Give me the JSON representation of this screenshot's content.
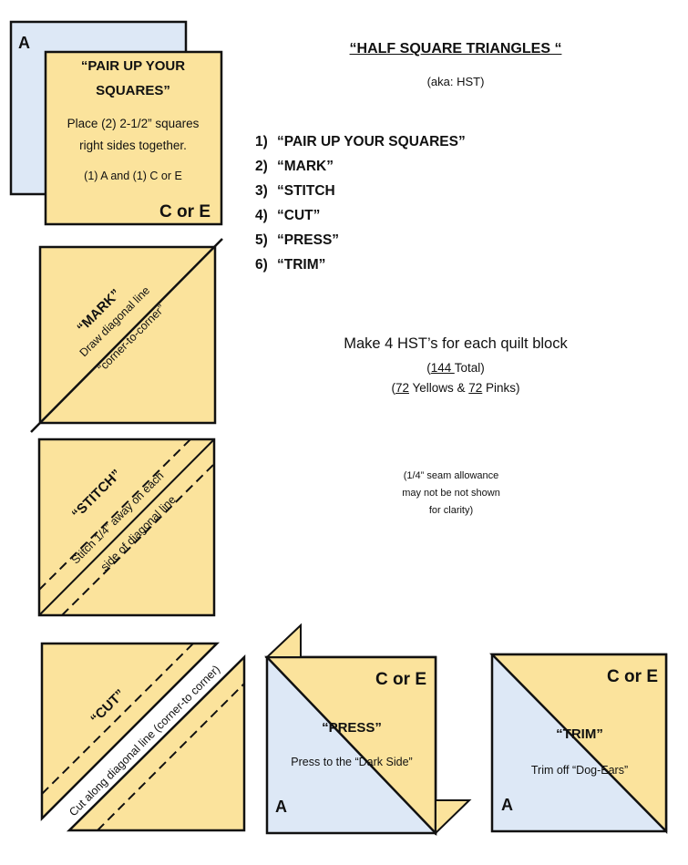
{
  "header": {
    "title": "“HALF SQUARE TRIANGLES “",
    "aka": "(aka: HST)"
  },
  "steps": [
    {
      "num": "1)",
      "label": "“PAIR UP YOUR SQUARES”"
    },
    {
      "num": "2)",
      "label": "“MARK”"
    },
    {
      "num": "3)",
      "label": "“STITCH"
    },
    {
      "num": "4)",
      "label": "“CUT”"
    },
    {
      "num": "5)",
      "label": "“PRESS”"
    },
    {
      "num": "6)",
      "label": "“TRIM”"
    }
  ],
  "make": {
    "line": "Make 4 HST’s for each quilt block",
    "total_open": "(",
    "total_value": "144 ",
    "total_rest": "Total)",
    "colors_open": "(",
    "yellow_count": "72",
    "yellow_text": " Yellows & ",
    "pink_count": "72",
    "pink_text": " Pinks)"
  },
  "note": {
    "line1": "(1/4” seam allowance",
    "line2": "may not be not shown",
    "line3": "for clarity)"
  },
  "pair": {
    "back_letter": "A",
    "title_line1": "“PAIR UP YOUR",
    "title_line2": "SQUARES”",
    "desc_line1": "Place (2) 2-1/2” squares",
    "desc_line2": "right sides together.",
    "desc_line3": "(1) A and  (1) C or E",
    "front_letter": "C or E"
  },
  "mark": {
    "title": "“MARK”",
    "desc_line1": "Draw diagonal line",
    "desc_line2": "“corner-to-corner”"
  },
  "stitch": {
    "title": "“STITCH”",
    "desc_line1": "Stitch 1/4” away on each",
    "desc_line2": "side of diagonal line"
  },
  "cut": {
    "title": "“CUT”",
    "desc": "Cut along diagonal line (corner-to corner)"
  },
  "press": {
    "letter_top": "C or E",
    "title": "“PRESS”",
    "desc": "Press to the “Dark Side”",
    "letter_bottom": "A"
  },
  "trim": {
    "letter_top": "C or E",
    "title": "“TRIM”",
    "desc": "Trim off “Dog-Ears”",
    "letter_bottom": "A"
  },
  "colors": {
    "yellow": "#fbe39c",
    "blue": "#dde8f6",
    "outline": "#111111"
  }
}
